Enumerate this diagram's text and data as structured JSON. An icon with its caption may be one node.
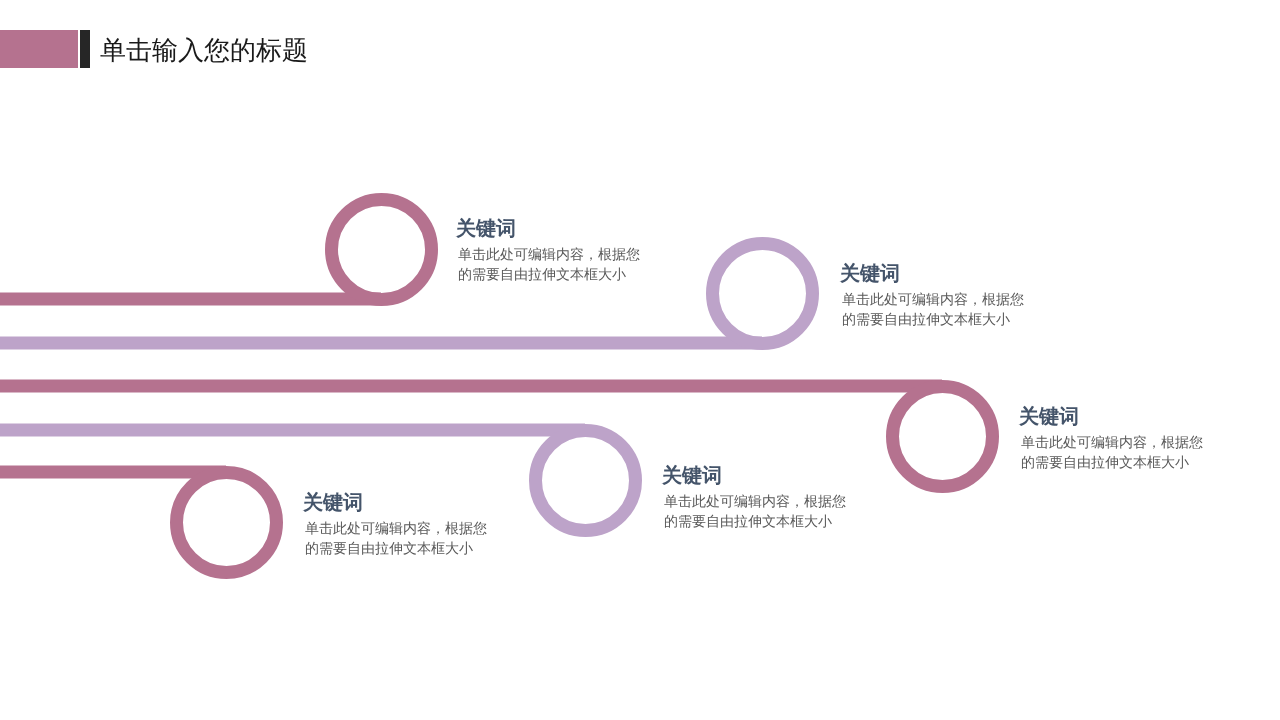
{
  "diagram": {
    "title": "单击输入您的标题",
    "nodes": [
      {
        "text": [],
        "shape": "circle",
        "beside": [
          "关键词",
          "单击此处可编辑内容，根据您的需要自由拉伸文本框大小"
        ]
      },
      {
        "text": [],
        "shape": "circle",
        "beside": [
          "关键词",
          "单击此处可编辑内容，根据您的需要自由拉伸文本框大小"
        ]
      },
      {
        "text": [],
        "shape": "circle",
        "beside": [
          "关键词",
          "单击此处可编辑内容，根据您的需要自由拉伸文本框大小"
        ]
      },
      {
        "text": [],
        "shape": "circle",
        "beside": [
          "关键词",
          "单击此处可编辑内容，根据您的需要自由拉伸文本框大小"
        ]
      },
      {
        "text": [],
        "shape": "circle",
        "beside": [
          "关键词",
          "单击此处可编辑内容，根据您的需要自由拉伸文本框大小"
        ]
      }
    ],
    "edges": [
      {
        "from": null,
        "to": 0,
        "arrow": "none"
      },
      {
        "from": null,
        "to": 1,
        "arrow": "none",
        "color": "#bda3c9"
      },
      {
        "from": null,
        "to": 2,
        "arrow": "none"
      },
      {
        "from": null,
        "to": 3,
        "arrow": "none",
        "color": "#bda3c9"
      },
      {
        "from": null,
        "to": 4,
        "arrow": "none"
      }
    ]
  }
}
